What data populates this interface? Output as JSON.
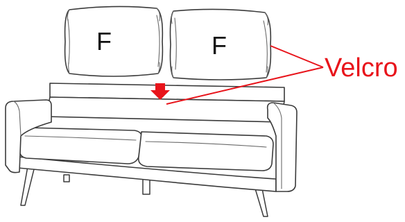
{
  "cushions": [
    {
      "label": "F"
    },
    {
      "label": "F"
    }
  ],
  "callout": {
    "label": "Velcro",
    "color": "#e8141b"
  },
  "arrow": {
    "direction": "down",
    "color": "#e8141b"
  },
  "colors": {
    "line": "#3a3a3a",
    "fill": "#ffffff"
  }
}
